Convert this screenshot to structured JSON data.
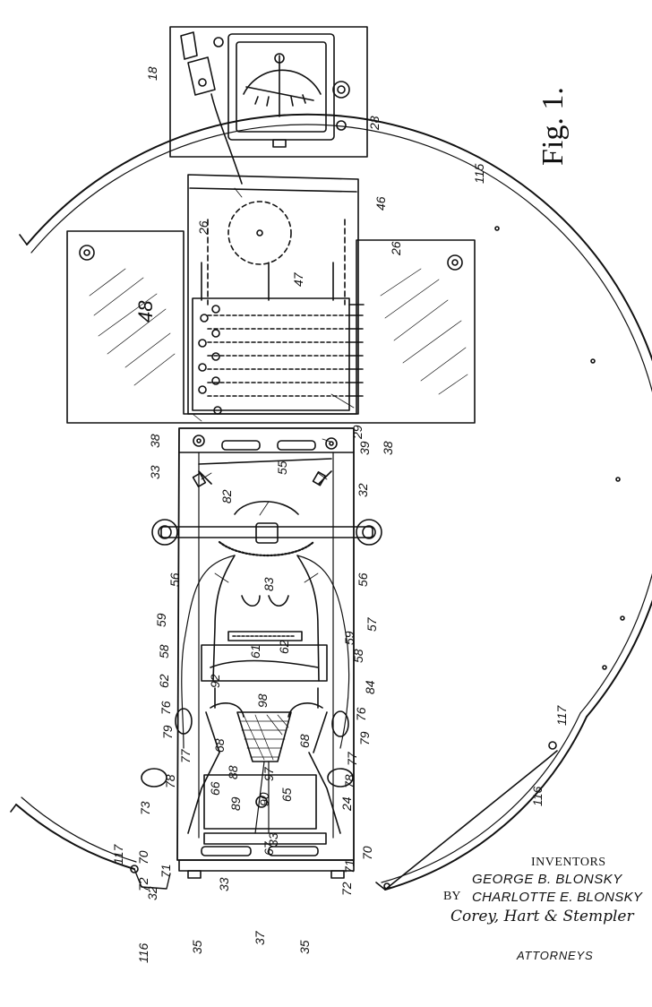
{
  "figure_label": "Fig. 1.",
  "reference_numerals": [
    "18",
    "28",
    "46",
    "115",
    "26",
    "26",
    "47",
    "48",
    "29",
    "38",
    "38",
    "39",
    "33",
    "55",
    "32",
    "82",
    "56",
    "56",
    "83",
    "57",
    "59",
    "59",
    "58",
    "58",
    "61",
    "62",
    "62",
    "76",
    "76",
    "79",
    "79",
    "84",
    "92",
    "98",
    "77",
    "77",
    "78",
    "78",
    "68",
    "68",
    "73",
    "66",
    "88",
    "89",
    "97",
    "90",
    "65",
    "24",
    "70",
    "70",
    "71",
    "71",
    "67",
    "72",
    "72",
    "32",
    "33",
    "33",
    "117",
    "117",
    "116",
    "116",
    "35",
    "35",
    "37"
  ],
  "credits": {
    "inventors_title": "INVENTORS",
    "inventor_1": "GEORGE B. BLONSKY",
    "by": "BY",
    "inventor_2": "CHARLOTTE E. BLONSKY",
    "signature": "Corey, Hart & Stempler",
    "attorneys_title": "ATTORNEYS"
  }
}
